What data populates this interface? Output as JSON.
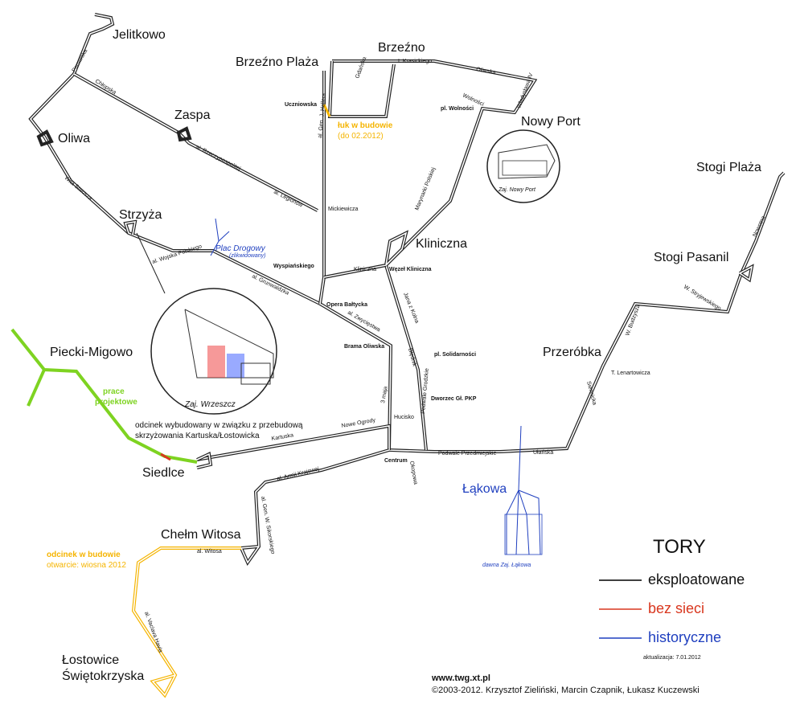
{
  "colors": {
    "operational": "#000000",
    "no_power": "#d9371f",
    "historic": "#1f3fbf",
    "under_construction": "#f5b400",
    "design_work": "#7ed321"
  },
  "districts": {
    "jelitkowo": "Jelitkowo",
    "brzezno_plaza": "Brzeźno Plaża",
    "brzezno": "Brzeźno",
    "zaspa": "Zaspa",
    "oliwa": "Oliwa",
    "nowy_port": "Nowy Port",
    "strzyza": "Strzyża",
    "kliniczna": "Kliniczna",
    "stogi_plaza": "Stogi Plaża",
    "stogi_pasanil": "Stogi Pasanil",
    "piecki_migowo": "Piecki-Migowo",
    "przerobka": "Przeróbka",
    "siedlce": "Siedlce",
    "lakowa": "Łąkowa",
    "chelm_witosa": "Chełm Witosa",
    "lostowice": "Łostowice\nŚwiętokrzyska",
    "lostowice_1": "Łostowice",
    "lostowice_2": "Świętokrzyska"
  },
  "streets": {
    "pomorska": "Pomorska",
    "chlopska": "Chłopska",
    "rzeczypospolitej": "al. Rzeczypospolitej",
    "legionow": "al. Legionów",
    "wita_stwosza": "Wita Stwosza",
    "wojska_polskiego": "al. Wojska Polskiego",
    "grunwaldzka": "al. Grunwaldzka",
    "zwyciestwa": "al. Zwycięstwa",
    "hallera": "al. Gen. J. Hallera",
    "gdanska": "Gdańska",
    "krasickiego": "I. Krasickiego",
    "oliwska": "Oliwska",
    "wladyslawa": "Władysława IV",
    "wolnosci": "Wolności",
    "marynarki": "Marynarki Polskiej",
    "kliniczna_st": "Kliniczna",
    "jana_z_kolna": "Jana z Kolna",
    "blednik": "Błędnik",
    "trzeciego_maja": "3 maja",
    "podwale_grodzkie": "Podwale Grodzkie",
    "nowe_ogrody": "Nowe Ogrody",
    "kartuska": "Kartuska",
    "armii_krajowej": "al. Armii Krajowej",
    "sikorskiego": "al. Gen. W. Sikorskiego",
    "witosa": "al. Witosa",
    "havla": "al. Vaclava Havla",
    "okopowa": "Okopowa",
    "podwale_przedmiejskie": "Podwale Przedmiejskie",
    "ulanska": "Ułańska",
    "siennicka": "Siennicka",
    "lenartowicza": "T. Lenartowicza",
    "budzysza": "W. Budzysza",
    "stryjewskiego": "W. Stryjewskiego",
    "nowotna": "Nowotna"
  },
  "stops": {
    "uczniowska": "Uczniowska",
    "pl_wolnosci": "pl. Wolności",
    "mickiewicza": "Mickiewicza",
    "wyspianskiego": "Wyspiańskiego",
    "wezel_kliniczna": "Węzeł Kliniczna",
    "opera_baltycka": "Opera Bałtycka",
    "brama_oliwska": "Brama Oliwska",
    "pl_solidarnosci": "pl. Solidarności",
    "dworzec": "Dworzec Gł. PKP",
    "hucisko": "Hucisko",
    "centrum": "Centrum"
  },
  "depots": {
    "nowy_port": "Zaj. Nowy Port",
    "wrzeszcz": "Zaj. Wrzeszcz",
    "plac_drogowy": "Plac Drogowy",
    "plac_drogowy_sub": "(zlikwidowany)",
    "lakowa": "dawna Zaj. Łąkowa"
  },
  "notes": {
    "luk_title": "łuk w budowie",
    "luk_date": "(do 02.2012)",
    "prace": "prace",
    "projektowe": "projektowe",
    "kartuska_note_1": "odcinek wybudowany w związku z przebudową",
    "kartuska_note_2": "skrzyżowania Kartuska/Łostowicka",
    "budowa_title": "odcinek w budowie",
    "budowa_date": "otwarcie: wiosna 2012"
  },
  "legend": {
    "title": "TORY",
    "operational": "eksploatowane",
    "no_power": "bez sieci",
    "historic": "historyczne",
    "updated": "aktualizacja: 7.01.2012"
  },
  "footer": {
    "url": "www.twg.xt.pl",
    "copyright": "©2003-2012. Krzysztof Zieliński, Marcin Czapnik, Łukasz Kuczewski"
  }
}
